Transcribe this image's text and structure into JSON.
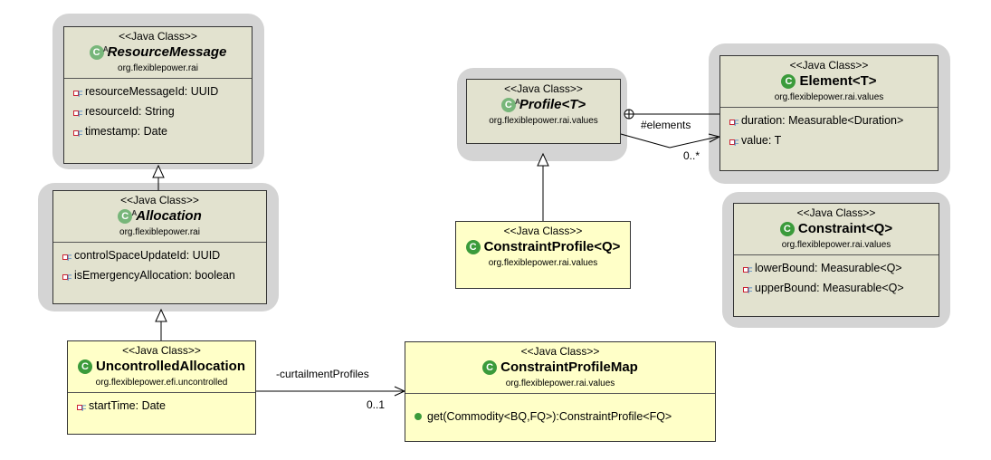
{
  "classes": {
    "resource_message": {
      "stereotype": "<<Java Class>>",
      "name": "ResourceMessage",
      "package": "org.flexiblepower.rai",
      "icon": "abstract-class-icon",
      "fields": [
        "resourceMessageId: UUID",
        "resourceId: String",
        "timestamp: Date"
      ]
    },
    "allocation": {
      "stereotype": "<<Java Class>>",
      "name": "Allocation",
      "package": "org.flexiblepower.rai",
      "icon": "abstract-class-icon",
      "fields": [
        "controlSpaceUpdateId: UUID",
        "isEmergencyAllocation: boolean"
      ]
    },
    "uncontrolled_allocation": {
      "stereotype": "<<Java Class>>",
      "name": "UncontrolledAllocation",
      "package": "org.flexiblepower.efi.uncontrolled",
      "icon": "class-icon",
      "fields": [
        "startTime: Date"
      ]
    },
    "profile": {
      "stereotype": "<<Java Class>>",
      "name": "Profile<T>",
      "package": "org.flexiblepower.rai.values",
      "icon": "abstract-class-icon"
    },
    "constraint_profile": {
      "stereotype": "<<Java Class>>",
      "name": "ConstraintProfile<Q>",
      "package": "org.flexiblepower.rai.values",
      "icon": "class-icon"
    },
    "element": {
      "stereotype": "<<Java Class>>",
      "name": "Element<T>",
      "package": "org.flexiblepower.rai.values",
      "icon": "class-icon",
      "fields": [
        "duration: Measurable<Duration>",
        "value: T"
      ]
    },
    "constraint": {
      "stereotype": "<<Java Class>>",
      "name": "Constraint<Q>",
      "package": "org.flexiblepower.rai.values",
      "icon": "class-icon",
      "fields": [
        "lowerBound: Measurable<Q>",
        "upperBound: Measurable<Q>"
      ]
    },
    "constraint_profile_map": {
      "stereotype": "<<Java Class>>",
      "name": "ConstraintProfileMap",
      "package": "org.flexiblepower.rai.values",
      "icon": "class-icon",
      "methods": [
        "get(Commodity<BQ,FQ>):ConstraintProfile<FQ>"
      ]
    }
  },
  "associations": {
    "elements": {
      "role": "#elements",
      "multiplicity": "0..*"
    },
    "curtailment": {
      "role": "-curtailmentProfiles",
      "multiplicity": "0..1"
    }
  },
  "colors": {
    "external_class_fill": "#e2e2cf",
    "local_class_fill": "#ffffc8",
    "shadow": "#d4d4d4",
    "class_icon": "#3b9b3b"
  }
}
